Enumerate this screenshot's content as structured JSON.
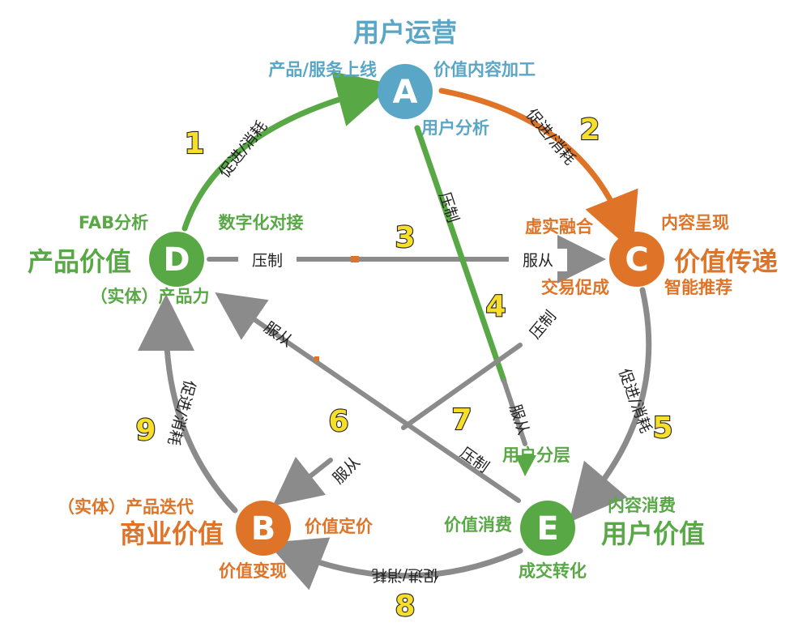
{
  "colors": {
    "blue": "#5aa6c6",
    "green": "#58a846",
    "orange": "#df7428",
    "gray": "#8b8b8b",
    "number_fill": "#f6de2a"
  },
  "nodes": {
    "A": {
      "letter": "A",
      "title": "用户运营",
      "tag_left": "产品/服务上线",
      "tag_right": "价值内容加工",
      "tag_bottom": "用户分析"
    },
    "B": {
      "letter": "B",
      "title": "商业价值",
      "tag_top": "（实体）产品迭代",
      "tag_right": "价值定价",
      "tag_bottom": "价值变现"
    },
    "C": {
      "letter": "C",
      "title": "价值传递",
      "tag_top_left": "虚实融合",
      "tag_top_right": "内容呈现",
      "tag_bottom_left": "交易促成",
      "tag_bottom_right": "智能推荐"
    },
    "D": {
      "letter": "D",
      "title": "产品价值",
      "tag_top_left": "FAB分析",
      "tag_top_right": "数字化对接",
      "tag_bottom": "（实体）产品力"
    },
    "E": {
      "letter": "E",
      "title": "用户价值",
      "tag_top": "用户分层",
      "tag_left": "价值消费",
      "tag_top_right": "内容消费",
      "tag_bottom": "成交转化"
    }
  },
  "edges": {
    "e1": {
      "number": "1",
      "label": "促进/消耗"
    },
    "e2": {
      "number": "2",
      "label": "促进/消耗"
    },
    "e3": {
      "number": "3",
      "label_suppress": "压制",
      "label_obey": "服从"
    },
    "e4": {
      "number": "4",
      "label_suppress": "压制",
      "label_obey": "服从"
    },
    "e5": {
      "number": "5",
      "label": "促进/消耗"
    },
    "e6": {
      "number": "6",
      "label_suppress": "压制",
      "label_obey": "服从"
    },
    "e7": {
      "number": "7",
      "label_suppress": "压制",
      "label_obey": "服从"
    },
    "e8": {
      "number": "8",
      "label": "促进/消耗"
    },
    "e9": {
      "number": "9",
      "label": "促进/消耗"
    }
  }
}
